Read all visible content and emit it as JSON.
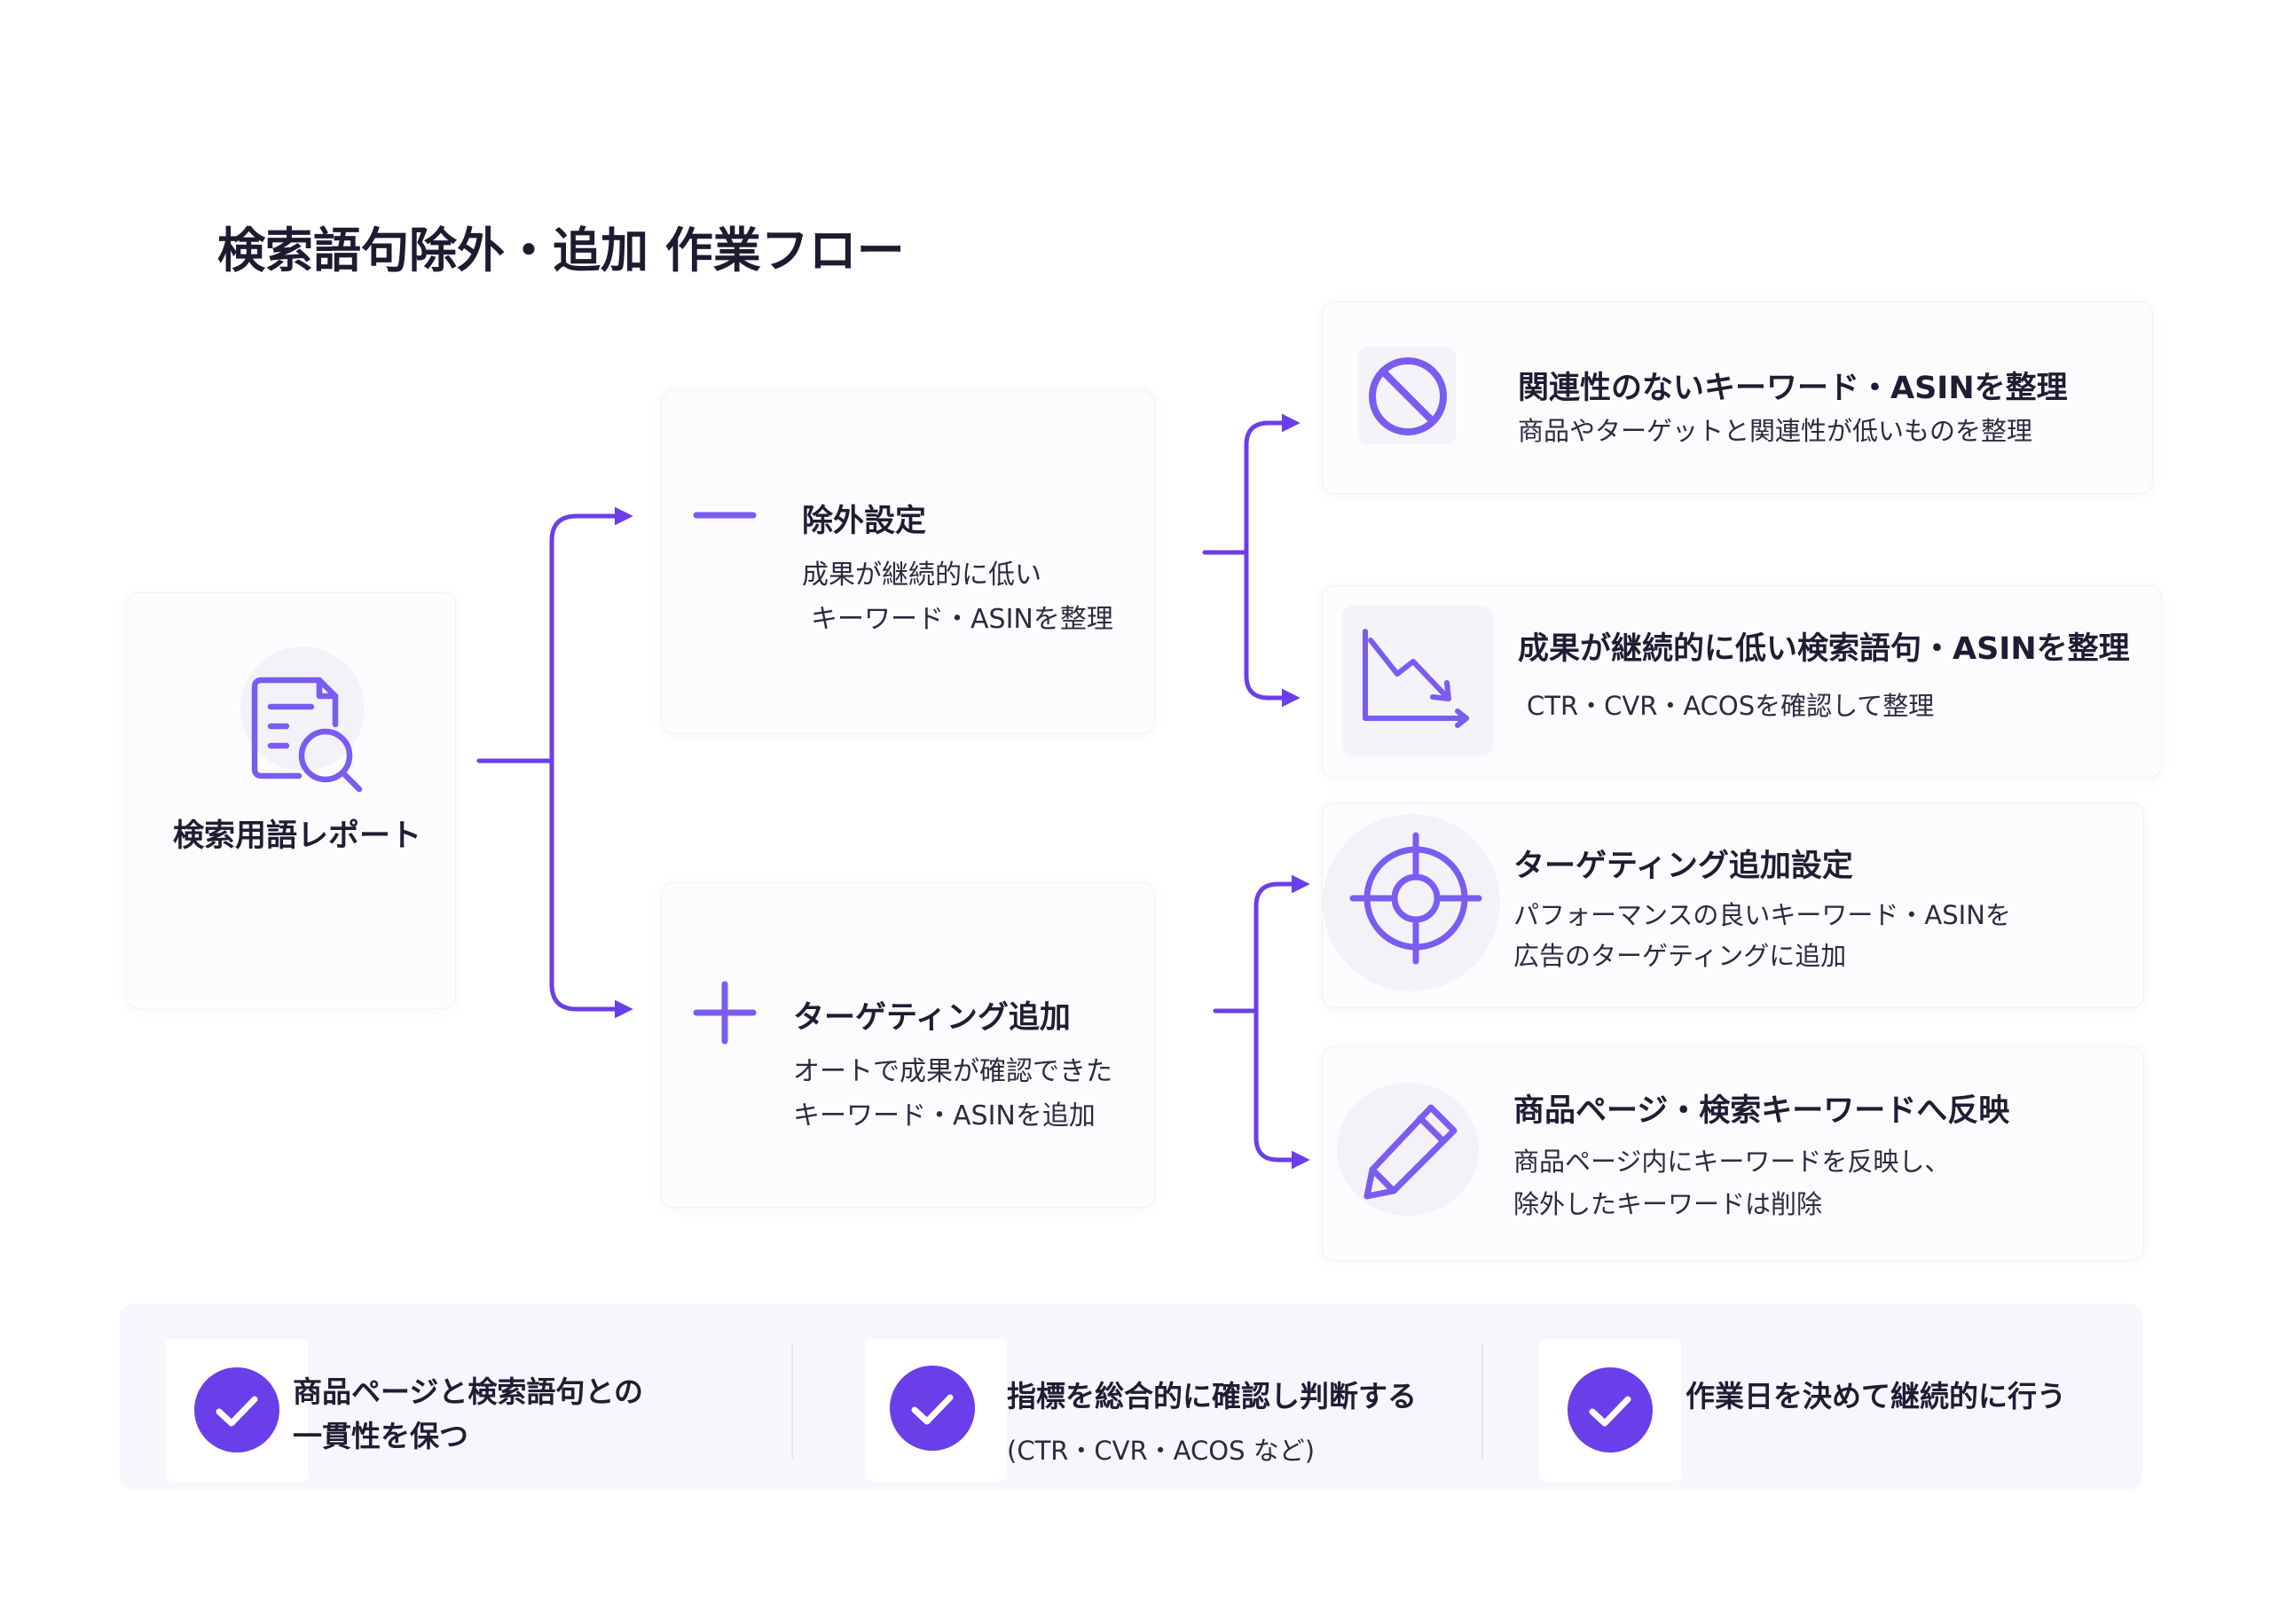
{
  "title": "検索語句除外・追加 作業フロー",
  "colors": {
    "accent": "#6a3ee8",
    "icon": "#7a5cf0",
    "text": "#1f1d33"
  },
  "source": {
    "label": "検索用語レポート",
    "icon": "report-search-icon"
  },
  "branches": [
    {
      "icon": "minus-icon",
      "title": "除外設定",
      "lines": [
        "成果が継続的に低い",
        "キーワード・ASINを整理"
      ]
    },
    {
      "icon": "plus-icon",
      "title": "ターゲティング追加",
      "lines": [
        "オートで成果が確認できた",
        "キーワード・ASINを追加"
      ]
    }
  ],
  "details": [
    {
      "icon": "prohibited-icon",
      "title": "関連性のないキーワード・ASINを整理",
      "lines": [
        "商品やターゲットと関連性が低いものを整理"
      ]
    },
    {
      "icon": "trend-down-chart-icon",
      "title": "成果が継続的に低い検索語句・ASINを整理",
      "lines": [
        "CTR・CVR・ACOSを確認して整理"
      ]
    },
    {
      "icon": "target-icon",
      "title": "ターゲティング追加設定",
      "lines": [
        "パフォーマンスの良いキーワード・ASINを",
        "広告のターゲティングに追加"
      ]
    },
    {
      "icon": "pencil-icon",
      "title": "商品ページ・検索キーワードへ反映",
      "lines": [
        "商品ページ内にキーワードを反映し、",
        "除外したキーワードは削除"
      ]
    }
  ],
  "tips": [
    {
      "lines": [
        "商品ページと検索語句との",
        "一貫性を保つ"
      ]
    },
    {
      "lines": [
        "指標を総合的に確認し判断する"
      ],
      "note": "(CTR・CVR・ACOS など)"
    },
    {
      "lines": [
        "作業日を決めて継続的に行う"
      ]
    }
  ]
}
